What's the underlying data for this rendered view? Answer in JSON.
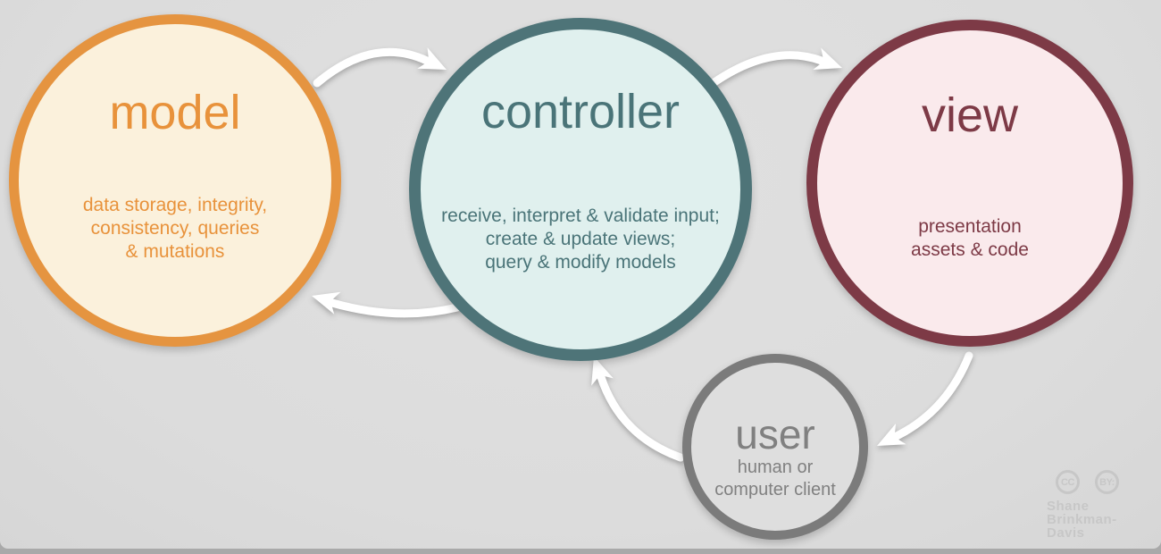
{
  "diagram": {
    "kind": "mvc-architecture-cycle",
    "background_color": "#dcdcdc",
    "bottom_edge_color": "#a9a9a9",
    "arrow_color": "#ffffff"
  },
  "nodes": {
    "model": {
      "title": "model",
      "lines": [
        "data storage, integrity,",
        "consistency, queries",
        "& mutations"
      ],
      "border_color": "#e59440",
      "fill_color": "#fbf1dc",
      "text_color": "#e8923b"
    },
    "controller": {
      "title": "controller",
      "lines": [
        "receive, interpret & validate input;",
        "create & update views;",
        "query & modify models"
      ],
      "border_color": "#4e7478",
      "fill_color": "#e0f0ee",
      "text_color": "#4a7478"
    },
    "view": {
      "title": "view",
      "lines": [
        "presentation",
        "assets & code"
      ],
      "border_color": "#7d3a46",
      "fill_color": "#faeaec",
      "text_color": "#7d3a46"
    },
    "user": {
      "title": "user",
      "lines": [
        "human or",
        "computer client"
      ],
      "border_color": "#7b7b7b",
      "fill_color": "#dedede",
      "text_color": "#808080"
    }
  },
  "arrows": [
    {
      "from": "model",
      "to": "controller"
    },
    {
      "from": "controller",
      "to": "view"
    },
    {
      "from": "controller",
      "to": "model"
    },
    {
      "from": "view",
      "to": "user"
    },
    {
      "from": "user",
      "to": "controller"
    }
  ],
  "attribution": {
    "cc_badge": "CC",
    "by_badge": "BY:",
    "name_line1": "Shane",
    "name_line2": "Brinkman-Davis",
    "color": "#c7c7c7"
  }
}
